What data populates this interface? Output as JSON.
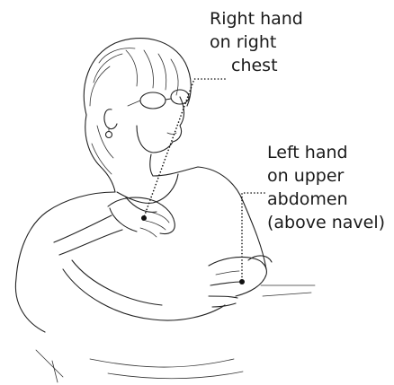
{
  "callouts": {
    "right_hand": {
      "line1": "Right hand",
      "line2": "on right",
      "line3": "chest"
    },
    "left_hand": {
      "line1": "Left hand",
      "line2": "on upper",
      "line3": "abdomen",
      "line4": "(above navel)"
    }
  },
  "colors": {
    "ink": "#222222",
    "background": "#ffffff"
  }
}
